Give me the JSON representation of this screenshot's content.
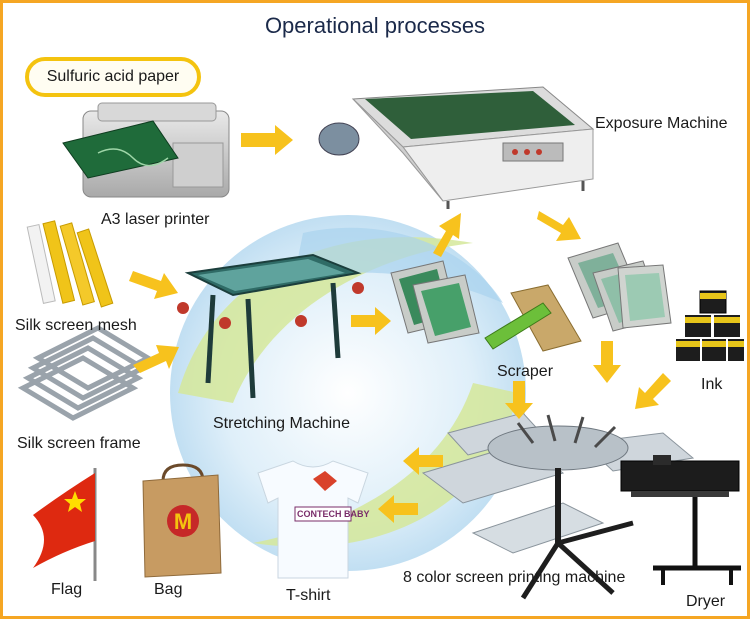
{
  "title": "Operational processes",
  "labels": {
    "paper": "Sulfuric acid paper",
    "printer": "A3 laser printer",
    "exposure": "Exposure Machine",
    "mesh": "Silk screen mesh",
    "frame": "Silk screen frame",
    "stretching": "Stretching Machine",
    "scraper": "Scraper",
    "ink": "Ink",
    "printing_machine": "8 color screen printing machine",
    "dryer": "Dryer",
    "flag": "Flag",
    "bag": "Bag",
    "tshirt": "T-shirt"
  },
  "logo_text": "CONTECH BABY",
  "colors": {
    "border": "#f5a623",
    "arrow": "#f7c21d",
    "callout": "#f4c30f",
    "swirl_blue": "#a9d3ee",
    "swirl_green": "#d5e79a"
  }
}
